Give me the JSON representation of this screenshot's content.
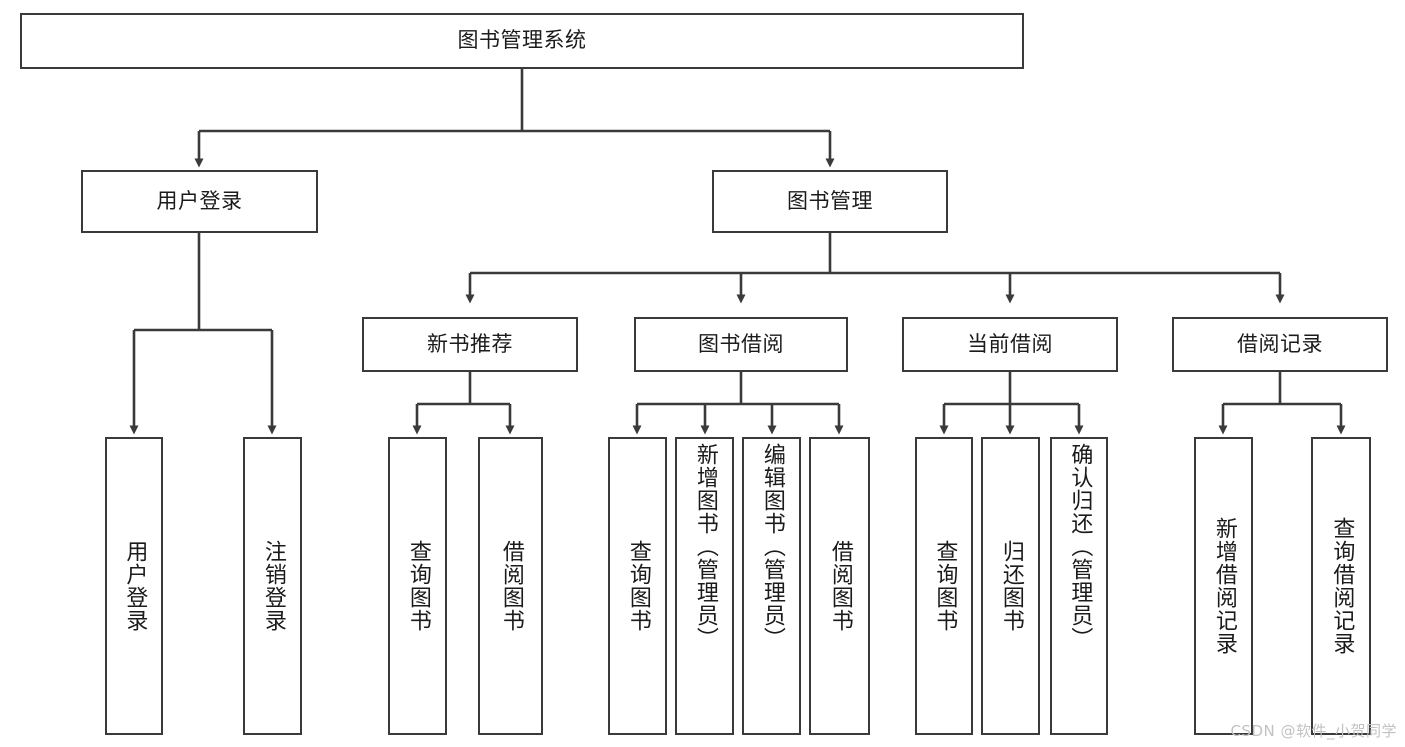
{
  "diagram": {
    "type": "tree-flowchart",
    "title": "图书管理系统",
    "watermark": "CSDN @软件_小贺同学",
    "colors": {
      "border": "#3a3a3a",
      "background": "#ffffff",
      "text": "#1b1b1b",
      "watermark": "#c2c2c2"
    },
    "nodes": {
      "root": {
        "label": "图书管理系统",
        "orientation": "horizontal"
      },
      "level2": [
        {
          "id": "user-login",
          "label": "用户登录",
          "orientation": "horizontal"
        },
        {
          "id": "book-management",
          "label": "图书管理",
          "orientation": "horizontal"
        }
      ],
      "level3": [
        {
          "id": "new-book-recommend",
          "label": "新书推荐",
          "orientation": "horizontal"
        },
        {
          "id": "book-borrow",
          "label": "图书借阅",
          "orientation": "horizontal"
        },
        {
          "id": "current-borrow",
          "label": "当前借阅",
          "orientation": "horizontal"
        },
        {
          "id": "borrow-record",
          "label": "借阅记录",
          "orientation": "horizontal"
        }
      ],
      "leaves": [
        {
          "id": "leaf-user-login",
          "label": "用户登录",
          "orientation": "vertical",
          "parent": "user-login"
        },
        {
          "id": "leaf-logout",
          "label": "注销登录",
          "orientation": "vertical",
          "parent": "user-login"
        },
        {
          "id": "leaf-query-book-1",
          "label": "查询图书",
          "orientation": "vertical",
          "parent": "new-book-recommend"
        },
        {
          "id": "leaf-borrow-book-1",
          "label": "借阅图书",
          "orientation": "vertical",
          "parent": "new-book-recommend"
        },
        {
          "id": "leaf-query-book-2",
          "label": "查询图书",
          "orientation": "vertical",
          "parent": "book-borrow"
        },
        {
          "id": "leaf-add-book",
          "label": "新增图书（管理员）",
          "orientation": "vertical",
          "parent": "book-borrow"
        },
        {
          "id": "leaf-edit-book",
          "label": "编辑图书（管理员）",
          "orientation": "vertical",
          "parent": "book-borrow"
        },
        {
          "id": "leaf-borrow-book-2",
          "label": "借阅图书",
          "orientation": "vertical",
          "parent": "book-borrow"
        },
        {
          "id": "leaf-query-book-3",
          "label": "查询图书",
          "orientation": "vertical",
          "parent": "current-borrow"
        },
        {
          "id": "leaf-return-book",
          "label": "归还图书",
          "orientation": "vertical",
          "parent": "current-borrow"
        },
        {
          "id": "leaf-confirm-return",
          "label": "确认归还（管理员）",
          "orientation": "vertical",
          "parent": "current-borrow"
        },
        {
          "id": "leaf-add-record",
          "label": "新增借阅记录",
          "orientation": "vertical",
          "parent": "borrow-record"
        },
        {
          "id": "leaf-query-record",
          "label": "查询借阅记录",
          "orientation": "vertical",
          "parent": "borrow-record"
        }
      ]
    }
  }
}
